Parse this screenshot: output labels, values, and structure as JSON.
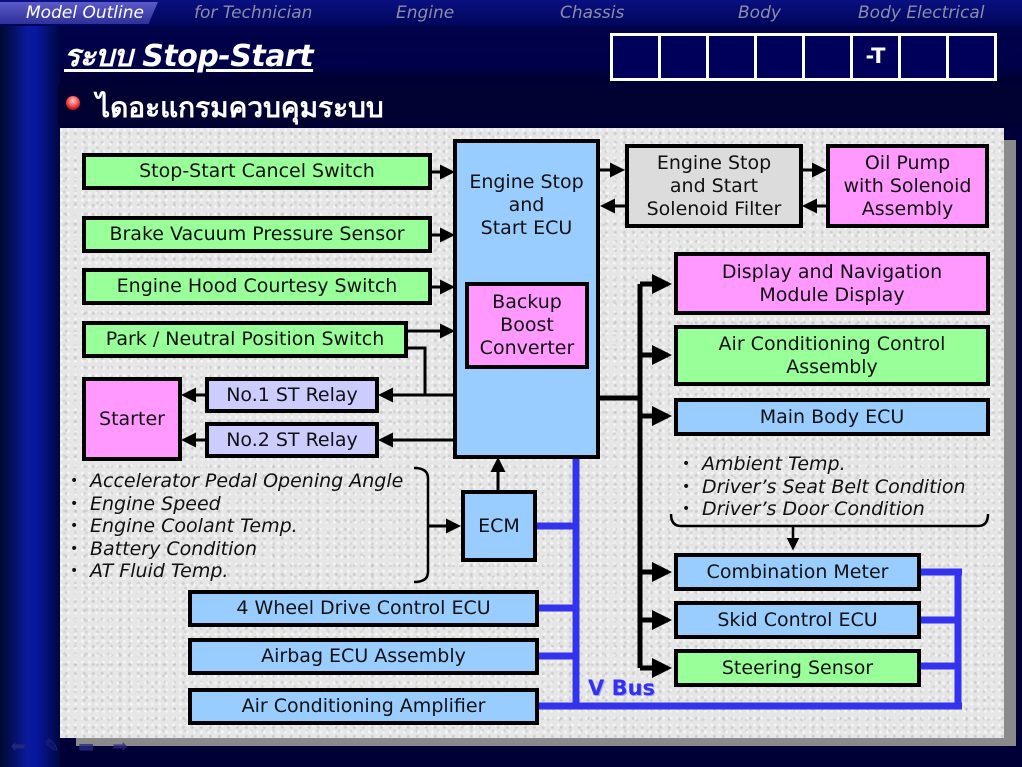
{
  "nav": {
    "tabs": [
      {
        "label": "Model Outline",
        "active": true
      },
      {
        "label": "for Technician",
        "active": false
      },
      {
        "label": "Engine",
        "active": false
      },
      {
        "label": "Chassis",
        "active": false
      },
      {
        "label": "Body",
        "active": false
      },
      {
        "label": "Body Electrical",
        "active": false
      }
    ]
  },
  "header": {
    "title": "ระบบ Stop-Start",
    "model_codes": [
      "",
      "",
      "",
      "",
      "",
      "-T",
      "",
      ""
    ]
  },
  "section": {
    "subtitle": "ไดอะแกรมควบคุมระบบ"
  },
  "diagram": {
    "inputs": {
      "cancel_switch": "Stop-Start Cancel Switch",
      "brake_sensor": "Brake Vacuum Pressure Sensor",
      "hood_switch": "Engine Hood Courtesy Switch",
      "pn_switch": "Park / Neutral Position Switch"
    },
    "ecu": "Engine Stop and Start ECU",
    "ecu_lines": [
      "Engine Stop",
      "and",
      "Start ECU"
    ],
    "backup_boost": [
      "Backup",
      "Boost",
      "Converter"
    ],
    "solenoid_filter": [
      "Engine Stop",
      "and Start",
      "Solenoid Filter"
    ],
    "oil_pump": [
      "Oil Pump",
      "with Solenoid",
      "Assembly"
    ],
    "starter": "Starter",
    "relay1": "No.1 ST Relay",
    "relay2": "No.2 ST Relay",
    "ecm": "ECM",
    "ecm_signals": [
      "Accelerator Pedal Opening Angle",
      "Engine Speed",
      "Engine Coolant Temp.",
      "Battery Condition",
      "AT Fluid Temp."
    ],
    "display_nav": [
      "Display and Navigation",
      "Module Display"
    ],
    "ac_control": [
      "Air Conditioning Control",
      "Assembly"
    ],
    "main_body_ecu": "Main Body ECU",
    "body_signals": [
      "Ambient Temp.",
      "Driver’s Seat Belt Condition",
      "Driver’s Door Condition"
    ],
    "combination_meter": "Combination Meter",
    "skid_control": "Skid Control ECU",
    "steering_sensor": "Steering Sensor",
    "four_wd": "4 Wheel Drive Control ECU",
    "airbag": "Airbag ECU Assembly",
    "ac_amplifier": "Air Conditioning Amplifier",
    "bus_label": "V Bus",
    "bus_color": "#3333ee"
  },
  "footer_nav": {
    "icons": [
      "back-arrow-icon",
      "pen-icon",
      "menu-icon",
      "forward-arrow-icon"
    ]
  }
}
